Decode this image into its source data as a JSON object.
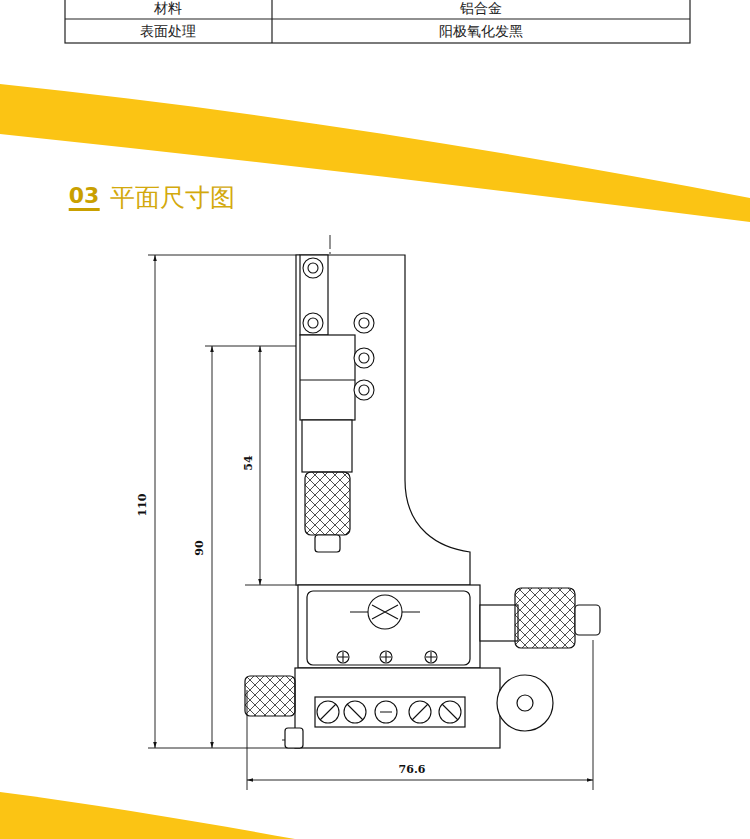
{
  "diagram": {
    "title": "平面尺寸图",
    "labels": [
      "材料",
      "铝合金",
      "表面处理",
      "阳极氧化发黑",
      "03",
      "110",
      "90",
      "54",
      "76.6"
    ]
  }
}
